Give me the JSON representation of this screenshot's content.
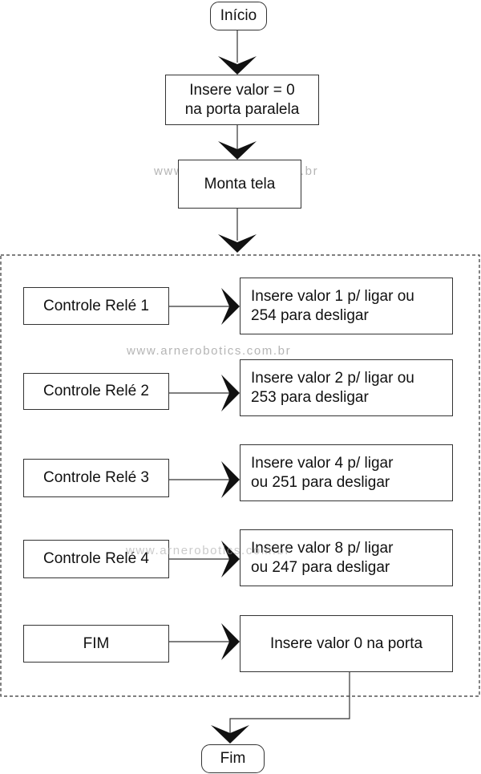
{
  "watermark": "www.arnerobotics.com.br",
  "start": "Início",
  "step1": "Insere valor = 0\nna porta paralela",
  "step2": "Monta tela",
  "rows": [
    {
      "control": "Controle Relé 1",
      "action": "Insere valor 1 p/ ligar ou\n254 para desligar"
    },
    {
      "control": "Controle Relé 2",
      "action": "Insere valor 2 p/ ligar ou\n253 para desligar"
    },
    {
      "control": "Controle Relé 3",
      "action": "Insere valor 4 p/ ligar\nou 251 para desligar"
    },
    {
      "control": "Controle Relé 4",
      "action": "Insere valor 8 p/ ligar\nou 247 para desligar"
    },
    {
      "control": "FIM",
      "action": "Insere valor 0 na porta"
    }
  ],
  "end": "Fim"
}
